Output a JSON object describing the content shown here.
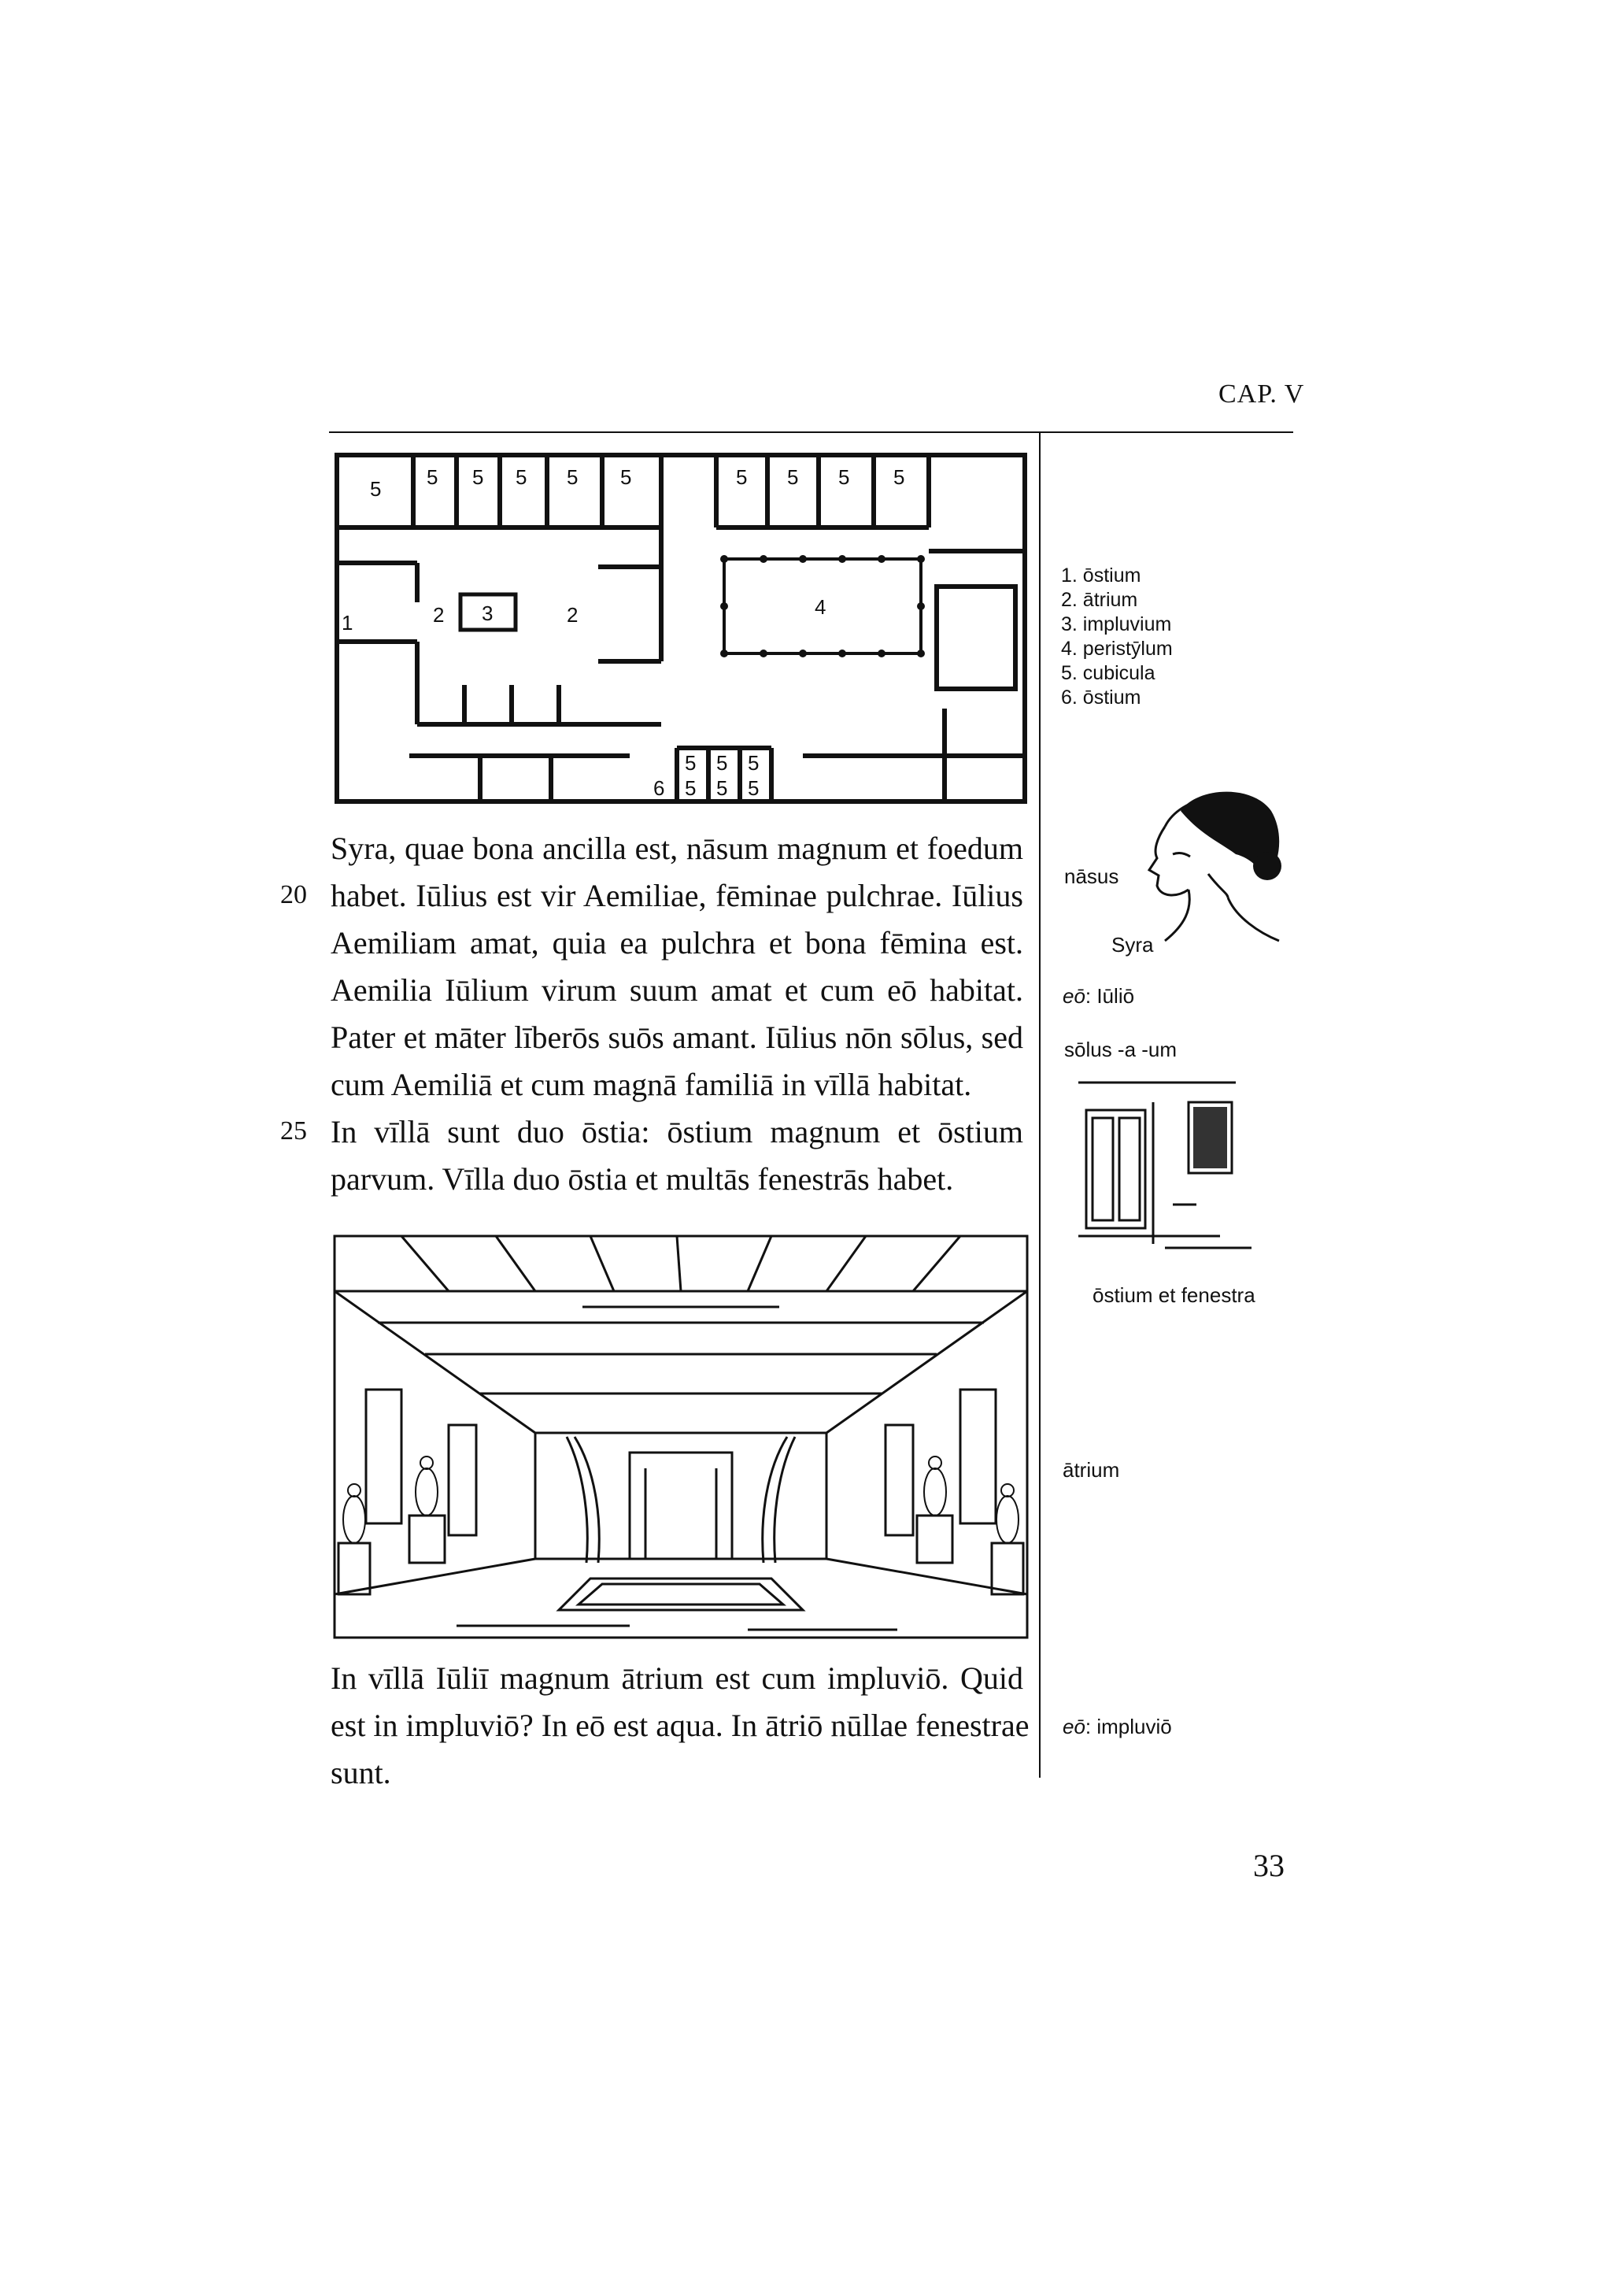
{
  "header": {
    "chapter": "CAP. V"
  },
  "floorplan": {
    "room_labels": {
      "cubicula": "5",
      "ostium": "1",
      "atrium": "2",
      "impluvium": "3",
      "peristylum": "4",
      "back_ostium": "6"
    }
  },
  "legend": [
    "1. ōstium",
    "2. ātrium",
    "3. impluvium",
    "4. peristȳlum",
    "5. cubicula",
    "6. ōstium"
  ],
  "paragraph1": {
    "lines": [
      "Syra, quae bona ancilla est, nāsum magnum et foedum",
      "habet. Iūlius est vir Aemiliae, fēminae pulchrae. Iūlius",
      "Aemiliam amat, quia ea pulchra et bona fēmina est.",
      "Aemilia Iūlium virum suum amat et cum eō habitat.",
      "Pater et māter līberōs suōs amant. Iūlius nōn sōlus, sed",
      "cum Aemiliā et cum magnā familiā in vīllā habitat.",
      "In vīllā sunt duo ōstia: ōstium magnum et ōstium",
      "parvum. Vīlla duo ōstia et multās fenestrās habet."
    ],
    "line_numbers": {
      "n20": "20",
      "n25": "25"
    }
  },
  "paragraph2": {
    "lines": [
      "In vīllā Iūliī magnum ātrium est cum impluviō. Quid",
      "est in impluviō? In eō est aqua. In ātriō nūllae fenestrae",
      "sunt."
    ]
  },
  "margin": {
    "nasus_label": "nāsus",
    "syra_label": "Syra",
    "eo_iulio_key": "eō",
    "eo_iulio_rest": ": Iūliō",
    "solus": "sōlus -a -um",
    "ostium_fenestra": "ōstium et fenestra",
    "atrium": "ātrium",
    "eo_impluvio_key": "eō",
    "eo_impluvio_rest": ": impluviō"
  },
  "page_number": "33"
}
